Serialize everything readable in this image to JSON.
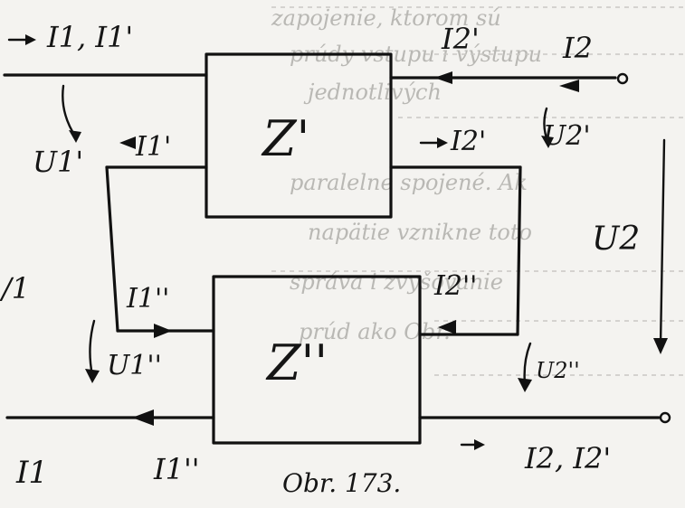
{
  "figure": {
    "caption": "Obr. 173.",
    "blocks": {
      "upper": "Z'",
      "lower": "Z''"
    },
    "labels": {
      "i1_i1p_top": "I1, I1'",
      "i2p_top": "I2'",
      "i2_top": "I2",
      "i1p_mid": "I1'",
      "i2p_mid": "I2'",
      "u1p": "U1'",
      "u2p": "U2'",
      "u2": "U2",
      "left_mark": "/1",
      "i1pp": "I1''",
      "i2pp": "I2''",
      "u1pp": "U1''",
      "u2pp": "U2''",
      "i1_bottom": "I1",
      "i1pp_bottom": "I1''",
      "i2_i2p_bottom": "I2, I2'"
    },
    "background_text": [
      "zapojenie, ktorom sú",
      "prúdy vstupu i výstupu",
      "jednotlivých",
      "paralelne spojené. Ak",
      "napätie vznikne toto",
      "správa i zvyšovanie",
      "prúd ako Obr."
    ]
  }
}
